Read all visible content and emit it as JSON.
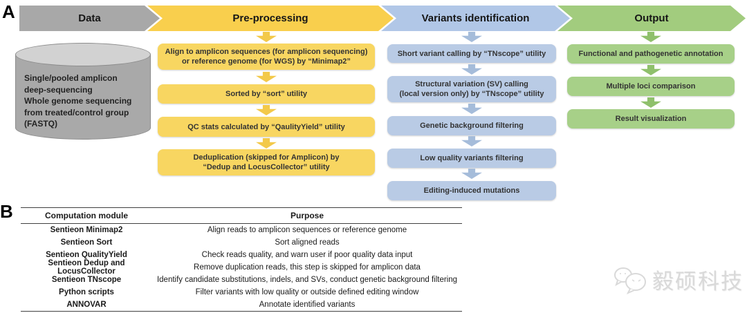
{
  "figure": {
    "panel_a_label": "A",
    "panel_b_label": "B"
  },
  "colors": {
    "data_header_gray": "#a8a8a8",
    "preprocessing_header_yellow": "#f9cf4d",
    "preprocessing_box_yellow": "#f8d661",
    "variants_header_blue": "#b1c7e7",
    "variants_box_blue": "#b9cbe5",
    "output_header_green": "#a2cc7e",
    "output_box_green": "#a7d088",
    "watermark_gray": "#d9d9d9"
  },
  "flow_headers": {
    "data": "Data",
    "preprocessing": "Pre-processing",
    "variants": "Variants identification",
    "output": "Output"
  },
  "data_source": {
    "cylinder_text": "Single/pooled amplicon\ndeep-sequencing\nWhole genome sequencing\nfrom treated/control group\n(FASTQ)"
  },
  "preprocessing_steps": [
    "Align to amplicon sequences (for amplicon sequencing)\nor reference genome (for WGS) by “Minimap2”",
    "Sorted by “sort” utility",
    "QC stats calculated by “QaulityYield” utility",
    "Deduplication (skipped for Amplicon) by\n“Dedup and LocusCollector” utility"
  ],
  "variants_steps": [
    "Short variant calling by “TNscope” utility",
    "Structural variation (SV) calling\n(local version only) by “TNscope” utility",
    "Genetic background filtering",
    "Low quality variants filtering",
    "Editing-induced mutations"
  ],
  "output_steps": [
    "Functional and pathogenetic annotation",
    "Multiple loci comparison",
    "Result visualization"
  ],
  "table": {
    "headers": [
      "Computation module",
      "Purpose"
    ],
    "rows": [
      {
        "module": "Sentieon Minimap2",
        "purpose": "Align reads to amplicon sequences or reference genome"
      },
      {
        "module": "Sentieon Sort",
        "purpose": "Sort aligned reads"
      },
      {
        "module": "Sentieon QualityYield",
        "purpose": "Check reads quality, and warn user if poor quality data input"
      },
      {
        "module": "Sentieon Dedup and LocusCollector",
        "purpose": "Remove duplication reads, this step is skipped for amplicon data"
      },
      {
        "module": "Sentieon TNscope",
        "purpose": "Identify candidate substitutions, indels, and SVs, conduct genetic background filtering"
      },
      {
        "module": "Python scripts",
        "purpose": "Filter variants with low quality or outside defined editing window"
      },
      {
        "module": "ANNOVAR",
        "purpose": "Annotate identified variants"
      }
    ]
  },
  "watermark": {
    "company": "毅硕科技"
  }
}
